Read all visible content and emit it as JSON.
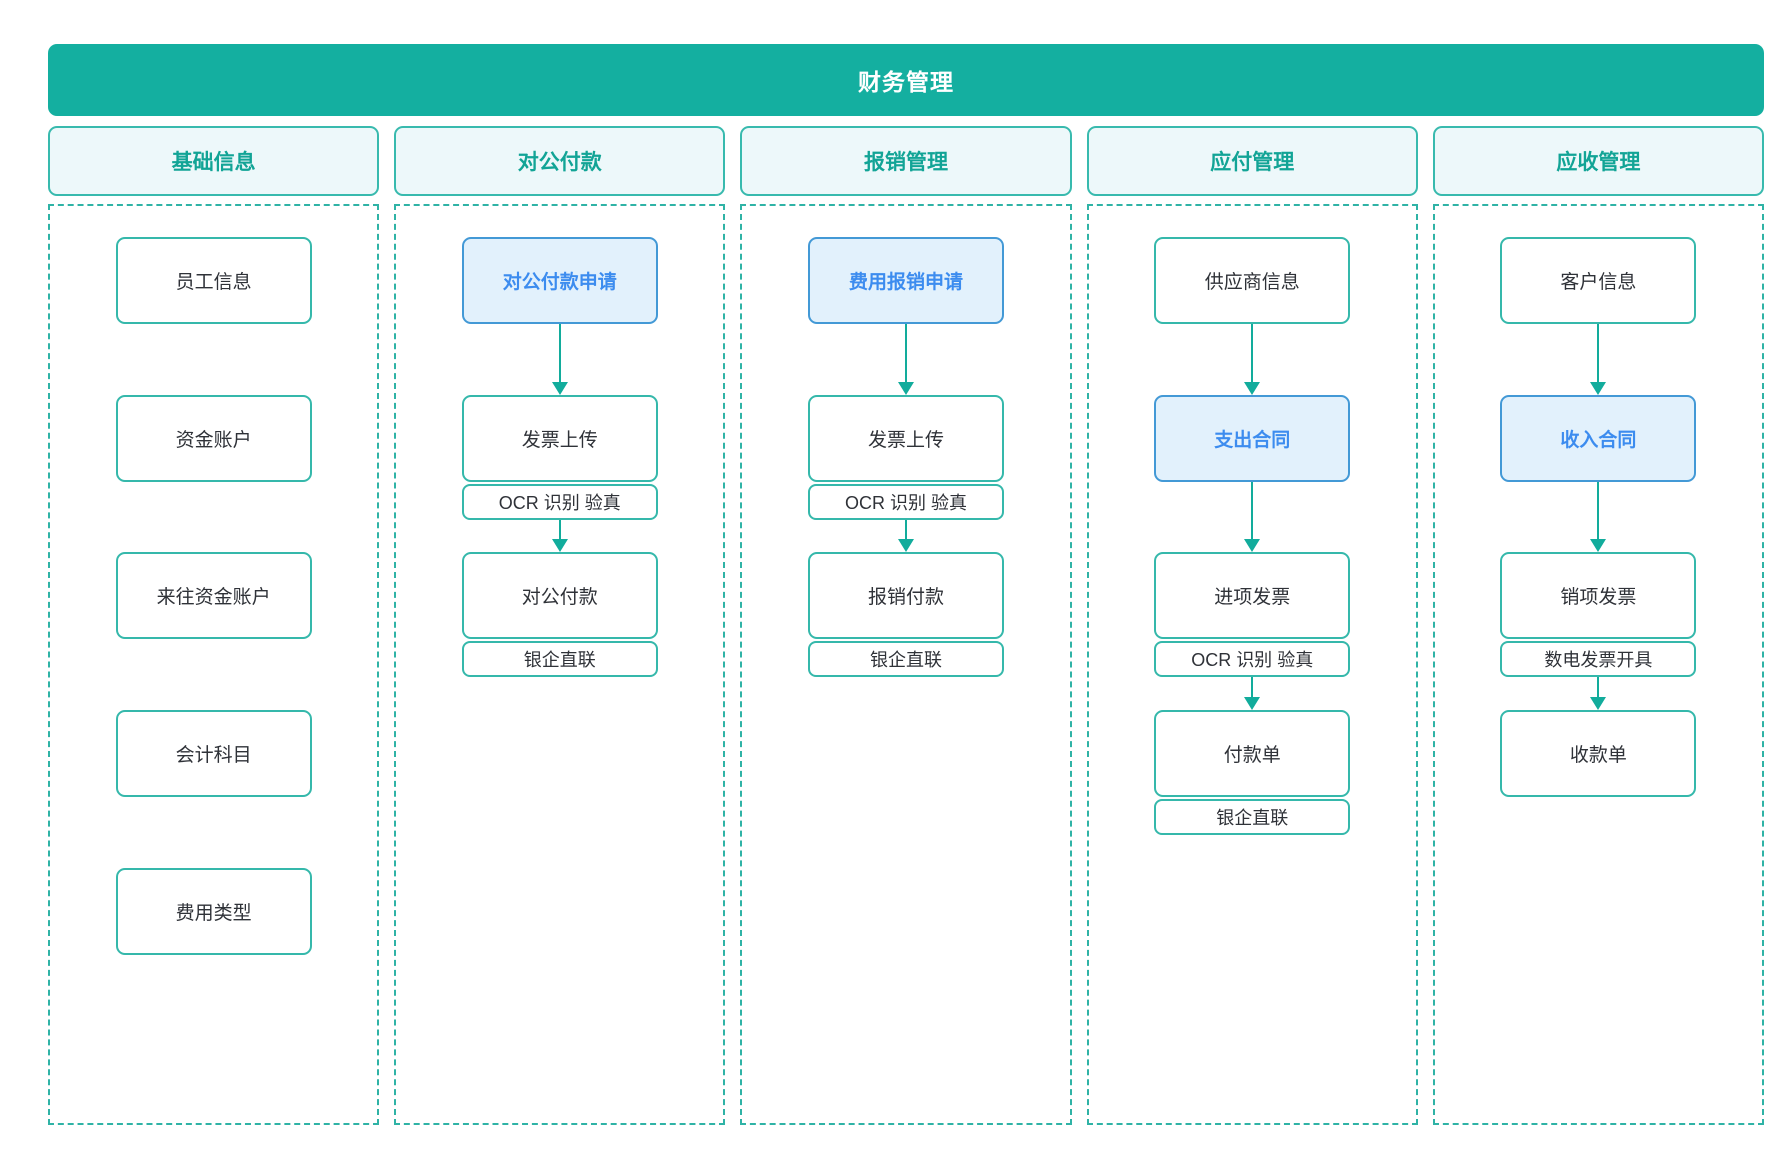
{
  "title": "财务管理",
  "colors": {
    "banner_bg": "#14AFA0",
    "accent_teal_border": "#35B8AB",
    "dashed_border": "#2FB3A6",
    "header_text": "#12A496",
    "header_bg": "#EDF8FA",
    "arrow": "#12AC9C",
    "node_text": "#2F3238",
    "highlight_text": "#3C8CEF",
    "highlight_bg": "#E2F1FC",
    "highlight_border": "#4399D6"
  },
  "columns": [
    {
      "id": "basic-info",
      "header": "基础信息",
      "nodes": [
        {
          "label": "员工信息",
          "type": "plain"
        },
        {
          "label": "资金账户",
          "type": "plain"
        },
        {
          "label": "来往资金账户",
          "type": "plain"
        },
        {
          "label": "会计科目",
          "type": "plain"
        },
        {
          "label": "费用类型",
          "type": "plain"
        }
      ]
    },
    {
      "id": "corporate-payment",
      "header": "对公付款",
      "nodes": [
        {
          "label": "对公付款申请",
          "type": "highlight"
        },
        {
          "label": "发票上传",
          "type": "plain",
          "sub": "OCR 识别 验真"
        },
        {
          "label": "对公付款",
          "type": "plain",
          "sub": "银企直联"
        }
      ]
    },
    {
      "id": "reimbursement",
      "header": "报销管理",
      "nodes": [
        {
          "label": "费用报销申请",
          "type": "highlight"
        },
        {
          "label": "发票上传",
          "type": "plain",
          "sub": "OCR 识别 验真"
        },
        {
          "label": "报销付款",
          "type": "plain",
          "sub": "银企直联"
        }
      ]
    },
    {
      "id": "payable",
      "header": "应付管理",
      "nodes": [
        {
          "label": "供应商信息",
          "type": "plain"
        },
        {
          "label": "支出合同",
          "type": "highlight"
        },
        {
          "label": "进项发票",
          "type": "plain",
          "sub": "OCR 识别 验真"
        },
        {
          "label": "付款单",
          "type": "plain",
          "sub": "银企直联"
        }
      ]
    },
    {
      "id": "receivable",
      "header": "应收管理",
      "nodes": [
        {
          "label": "客户信息",
          "type": "plain"
        },
        {
          "label": "收入合同",
          "type": "highlight"
        },
        {
          "label": "销项发票",
          "type": "plain",
          "sub": "数电发票开具"
        },
        {
          "label": "收款单",
          "type": "plain"
        }
      ]
    }
  ]
}
